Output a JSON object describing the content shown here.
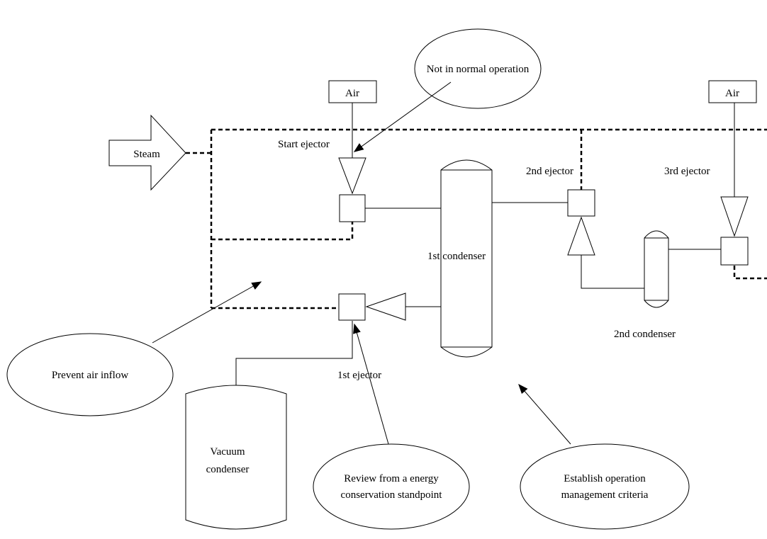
{
  "labels": {
    "air_left": "Air",
    "air_right": "Air",
    "steam": "Steam",
    "start_ejector": "Start ejector",
    "second_ejector": "2nd ejector",
    "third_ejector": "3rd ejector",
    "first_condenser": "1st condenser",
    "second_condenser": "2nd condenser",
    "first_ejector": "1st ejector",
    "vacuum_condenser_line1": "Vacuum",
    "vacuum_condenser_line2": "condenser"
  },
  "callouts": {
    "not_in_normal_operation": "Not in normal operation",
    "prevent_air_inflow": "Prevent air inflow",
    "review_line1": "Review from a energy",
    "review_line2": "conservation standpoint",
    "establish_line1": "Establish operation",
    "establish_line2": "management criteria"
  }
}
